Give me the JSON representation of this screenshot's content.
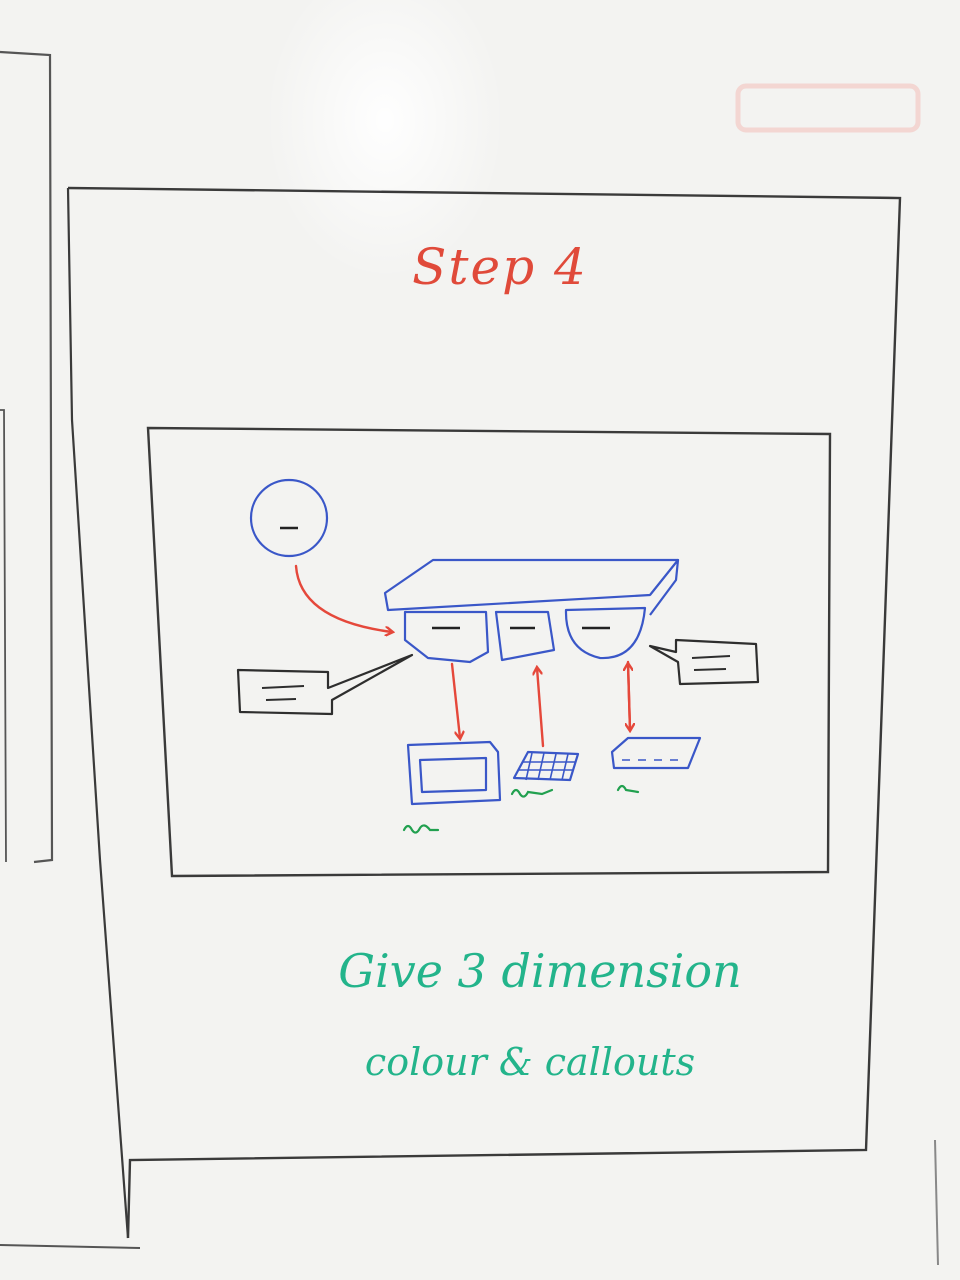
{
  "board": {
    "title": "Step 4",
    "caption_line1": "Give 3 dimension",
    "caption_line2": "colour & callouts"
  },
  "colors": {
    "board_background": "#f3f3f1",
    "frame_ink": "#3a3a3a",
    "title_ink": "#e04a3a",
    "diagram_ink": "#3a57c8",
    "arrow_ink": "#e5483b",
    "caption_ink": "#23b48b",
    "label_ink": "#21a04f"
  },
  "diagram": {
    "elements": [
      "user-circle",
      "server-rack",
      "module-left",
      "module-middle",
      "module-right",
      "callout-left",
      "callout-right",
      "monitor",
      "keypad",
      "network-switch"
    ]
  }
}
